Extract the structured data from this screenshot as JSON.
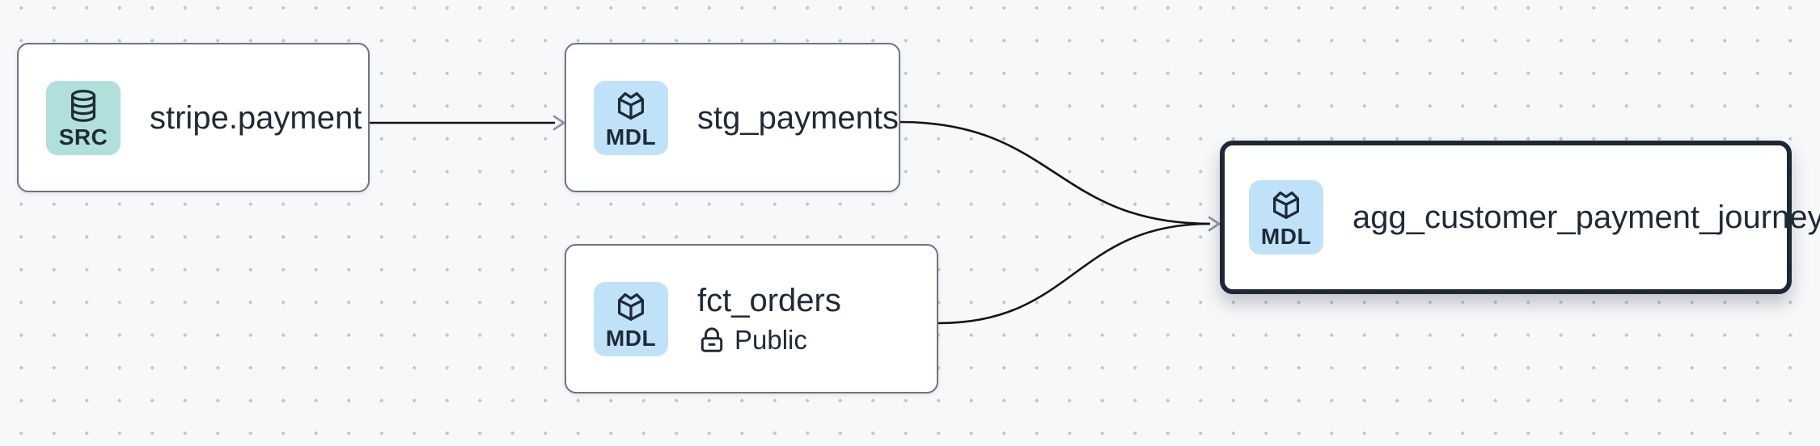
{
  "diagram": {
    "type": "data-lineage-graph",
    "canvas": {
      "background_color": "#f7f8f9",
      "dot_grid_color": "#c3c8d0",
      "edge_color": "#141414",
      "arrowhead_color": "#8b93a2"
    },
    "colors": {
      "node_background": "#ffffff",
      "node_border": "#6b7485",
      "selected_node_border": "#1d2736",
      "source_badge_background": "#b1e0dc",
      "model_badge_background": "#c0e2f8",
      "text": "#1f2a37"
    },
    "nodes": [
      {
        "id": "stripe.payment",
        "title": "stripe.payment",
        "badge": "SRC",
        "badge_icon": "database",
        "selected": false
      },
      {
        "id": "stg_payments",
        "title": "stg_payments",
        "badge": "MDL",
        "badge_icon": "cube",
        "selected": false
      },
      {
        "id": "fct_orders",
        "title": "fct_orders",
        "badge": "MDL",
        "badge_icon": "cube",
        "subtitle": "Public",
        "subtitle_icon": "unlock",
        "selected": false
      },
      {
        "id": "agg_customer_payment_journey",
        "title": "agg_customer_payment_journey",
        "badge": "MDL",
        "badge_icon": "cube",
        "selected": true
      }
    ],
    "edges": [
      {
        "from": "stripe.payment",
        "to": "stg_payments"
      },
      {
        "from": "stg_payments",
        "to": "agg_customer_payment_journey"
      },
      {
        "from": "fct_orders",
        "to": "agg_customer_payment_journey"
      }
    ]
  }
}
